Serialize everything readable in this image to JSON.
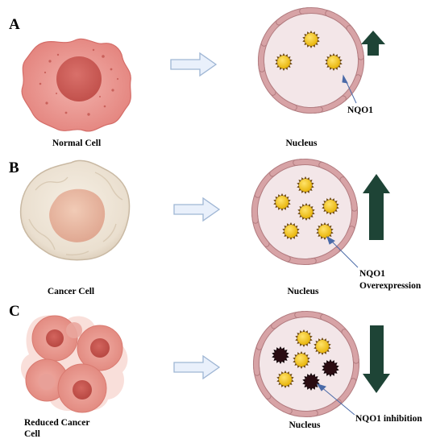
{
  "panels": [
    {
      "letter": "A",
      "cell_label": "Normal Cell",
      "nucleus_label": "Nucleus",
      "annotation": [
        "NQO1"
      ],
      "trend": "up-small"
    },
    {
      "letter": "B",
      "cell_label": "Cancer Cell",
      "nucleus_label": "Nucleus",
      "annotation": [
        "NQO1",
        "Overexpression"
      ],
      "trend": "up-large"
    },
    {
      "letter": "C",
      "cell_label": "Reduced Cancer Cell",
      "cell_label_lines": [
        "Reduced Cancer",
        "Cell"
      ],
      "nucleus_label": "Nucleus",
      "annotation": [
        "NQO1 inhibition"
      ],
      "trend": "down"
    }
  ],
  "colors": {
    "nucleus_fill": "#f3e6e8",
    "membrane_segment": "#d7a3a6",
    "membrane_segment_stroke": "#b27c80",
    "nqo1_active": "#f2c319",
    "nqo1_inhibited": "#2a0c12",
    "trend_arrow": "#1e4436",
    "flow_arrow_fill": "#e9f0fb",
    "flow_arrow_stroke": "#9fb6d4",
    "pointer_arrow": "#4a6aa8",
    "normal_cell": "#e89490",
    "cancer_cell": "#ede3d6",
    "reduced_cell": "#e58f85"
  }
}
